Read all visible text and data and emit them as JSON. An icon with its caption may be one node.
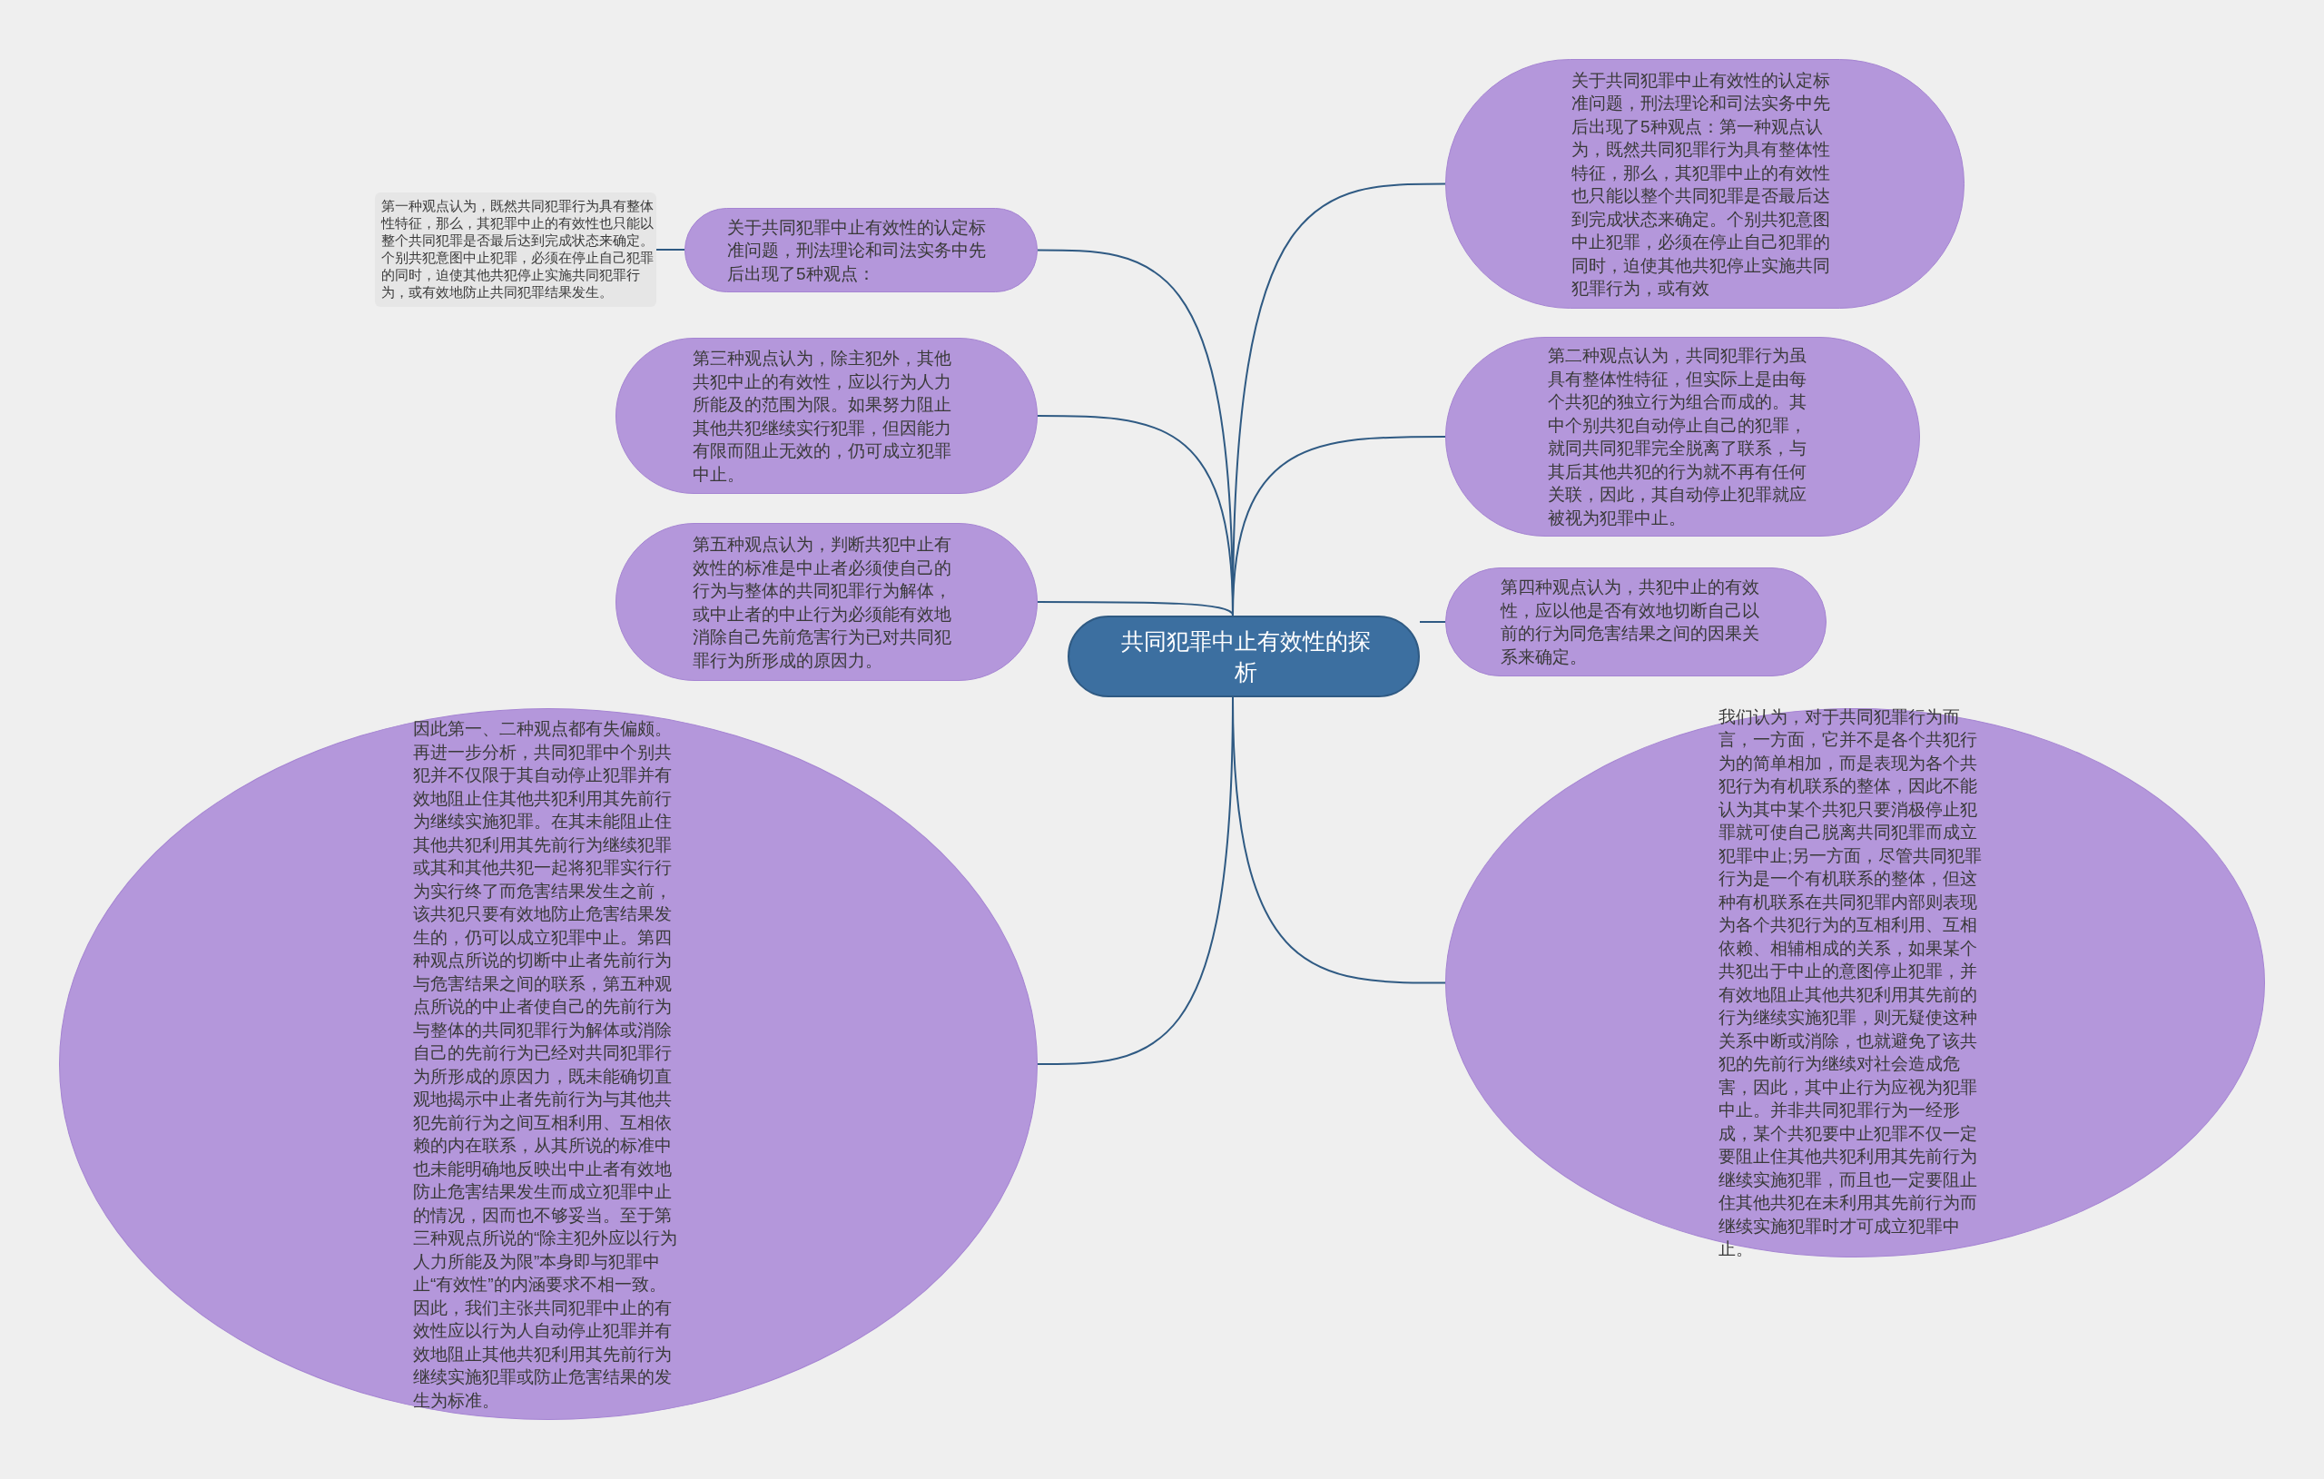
{
  "diagram": {
    "nodes": [
      {
        "text": [
          "共同犯罪中止有效性的探析"
        ]
      },
      {
        "text": [
          "关于共同犯罪中止有效性的认定标准问题，刑法理论和司法实务中先后出现了5种观点："
        ]
      },
      {
        "text": [
          "第一种观点认为，既然共同犯罪行为具有整体性特征，那么，其犯罪中止的有效性也只能以整个共同犯罪是否最后达到完成状态来确定。个别共犯意图中止犯罪，必须在停止自己犯罪的同时，迫使其他共犯停止实施共同犯罪行为，或有效地防止共同犯罪结果发生。"
        ]
      },
      {
        "text": [
          "第三种观点认为，除主犯外，其他共犯中止的有效性，应以行为人力所能及的范围为限。如果努力阻止其他共犯继续实行犯罪，但因能力有限而阻止无效的，仍可成立犯罪中止。"
        ]
      },
      {
        "text": [
          "第五种观点认为，判断共犯中止有效性的标准是中止者必须使自己的行为与整体的共同犯罪行为解体，或中止者的中止行为必须能有效地消除自己先前危害行为已对共同犯罪行为所形成的原因力。"
        ]
      },
      {
        "text": [
          "因此第一、二种观点都有失偏颇。再进一步分析，共同犯罪中个别共犯并不仅限于其自动停止犯罪并有效地阻止住其他共犯利用其先前行为继续实施犯罪。在其未能阻止住其他共犯利用其先前行为继续犯罪或其和其他共犯一起将犯罪实行行为实行终了而危害结果发生之前，该共犯只要有效地防止危害结果发生的，仍可以成立犯罪中止。第四种观点所说的切断中止者先前行为与危害结果之间的联系，第五种观点所说的中止者使自己的先前行为与整体的共同犯罪行为解体或消除自己的先前行为已经对共同犯罪行为所形成的原因力，既未能确切直观地揭示中止者先前行为与其他共犯先前行为之间互相利用、互相依赖的内在联系，从其所说的标准中也未能明确地反映出中止者有效地防止危害结果发生而成立犯罪中止的情况，因而也不够妥当。至于第三种观点所说的“除主犯外应以行为人力所能及为限”本身即与犯罪中止“有效性”的内涵要求不相一致。因此，我们主张共同犯罪中止的有效性应以行为人自动停止犯罪并有效地阻止其他共犯利用其先前行为继续实施犯罪或防止危害结果的发生为标准。"
        ]
      },
      {
        "text": [
          "关于共同犯罪中止有效性的认定标准问题，刑法理论和司法实务中先后出现了5种观点：第一种观点认为，既然共同犯罪行为具有整体性特征，那么，其犯罪中止的有效性也只能以整个共同犯罪是否最后达到完成状态来确定。个别共犯意图中止犯罪，必须在停止自己犯罪的同时，迫使其他共犯停止实施共同犯罪行为，或有效"
        ]
      },
      {
        "text": [
          "第二种观点认为，共同犯罪行为虽具有整体性特征，但实际上是由每个共犯的独立行为组合而成的。其中个别共犯自动停止自己的犯罪，就同共同犯罪完全脱离了联系，与其后其他共犯的行为就不再有任何关联，因此，其自动停止犯罪就应被视为犯罪中止。"
        ]
      },
      {
        "text": [
          "第四种观点认为，共犯中止的有效性，应以他是否有效地切断自己以前的行为同危害结果之间的因果关系来确定。"
        ]
      },
      {
        "text": [
          "我们认为，对于共同犯罪行为而言，一方面，它并不是各个共犯行为的简单相加，而是表现为各个共犯行为有机联系的整体，因此不能认为其中某个共犯只要消极停止犯罪就可使自己脱离共同犯罪而成立犯罪中止;另一方面，尽管共同犯罪行为是一个有机联系的整体，但这种有机联系在共同犯罪内部则表现为各个共犯行为的互相利用、互相依赖、相辅相成的关系，如果某个共犯出于中止的意图停止犯罪，并有效地阻止其他共犯利用其先前的行为继续实施犯罪，则无疑使这种关系中断或消除，也就避免了该共犯的先前行为继续对社会造成危害，因此，其中止行为应视为犯罪中止。并非共同犯罪行为一经形成，某个共犯要中止犯罪不仅一定要阻止住其他共犯利用其先前行为继续实施犯罪，而且也一定要阻止住其他共犯在未利用其先前行为而继续实施犯罪时才可成立犯罪中止。"
        ]
      }
    ],
    "edges": [
      {
        "from": 0,
        "to": 1,
        "arrow": "none"
      },
      {
        "from": 1,
        "to": 2,
        "arrow": "none"
      },
      {
        "from": 0,
        "to": 3,
        "arrow": "none"
      },
      {
        "from": 0,
        "to": 4,
        "arrow": "none"
      },
      {
        "from": 0,
        "to": 5,
        "arrow": "none"
      },
      {
        "from": 0,
        "to": 6,
        "arrow": "none"
      },
      {
        "from": 0,
        "to": 7,
        "arrow": "none"
      },
      {
        "from": 0,
        "to": 8,
        "arrow": "none"
      },
      {
        "from": 0,
        "to": 9,
        "arrow": "none"
      }
    ]
  }
}
